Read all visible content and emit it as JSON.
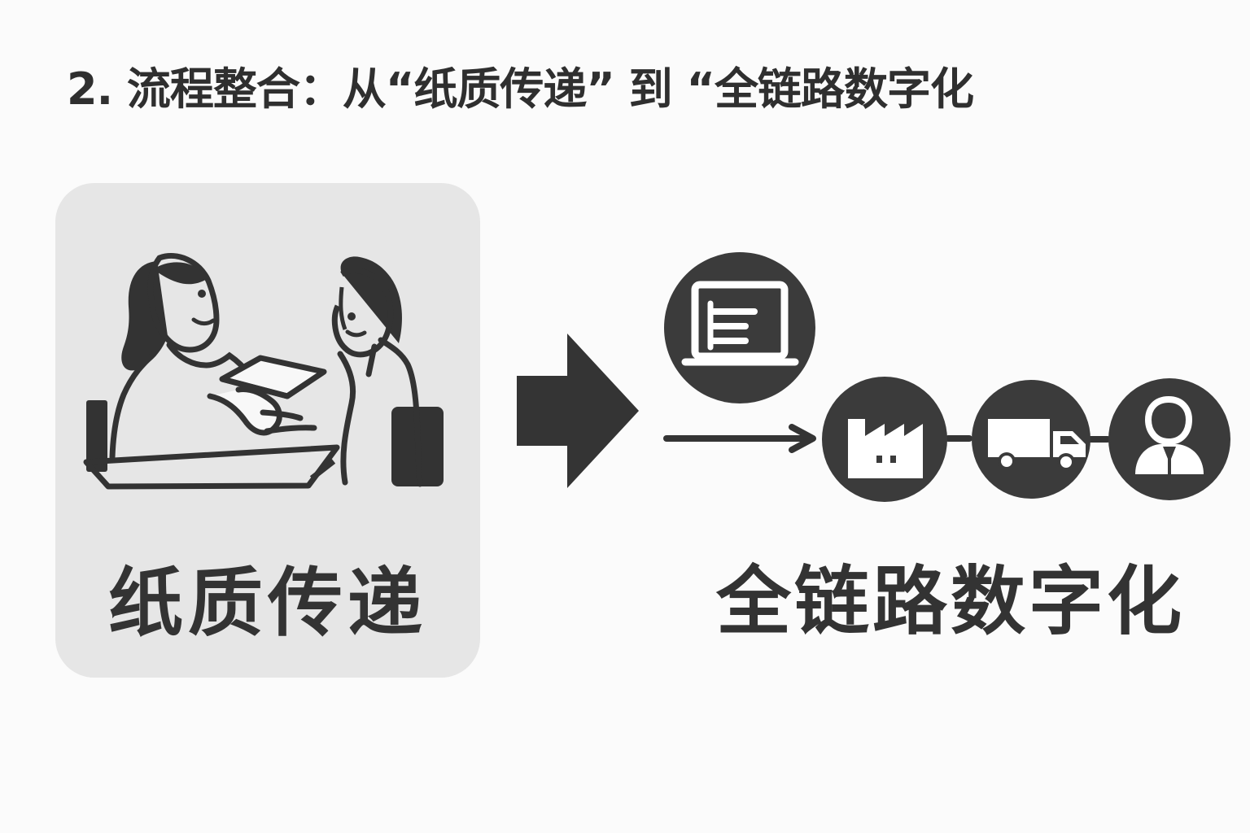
{
  "title": "2. 流程整合：从“纸质传递” 到 “全链路数字化",
  "left_panel": {
    "label": "纸质传递",
    "illustration": "two-people-handing-document-icon"
  },
  "transition": {
    "icon": "right-arrow-icon"
  },
  "right_panel": {
    "label": "全链路数字化",
    "screen_icon": "computer-screen-icon",
    "flow_arrow_icon": "right-arrow-icon",
    "chain_icons": [
      "factory-icon",
      "truck-icon",
      "person-icon"
    ]
  },
  "colors": {
    "background": "#fbfbfb",
    "card": "#e6e6e6",
    "ink": "#333333",
    "circle": "#3b3b3b",
    "icon_fill": "#ffffff"
  }
}
